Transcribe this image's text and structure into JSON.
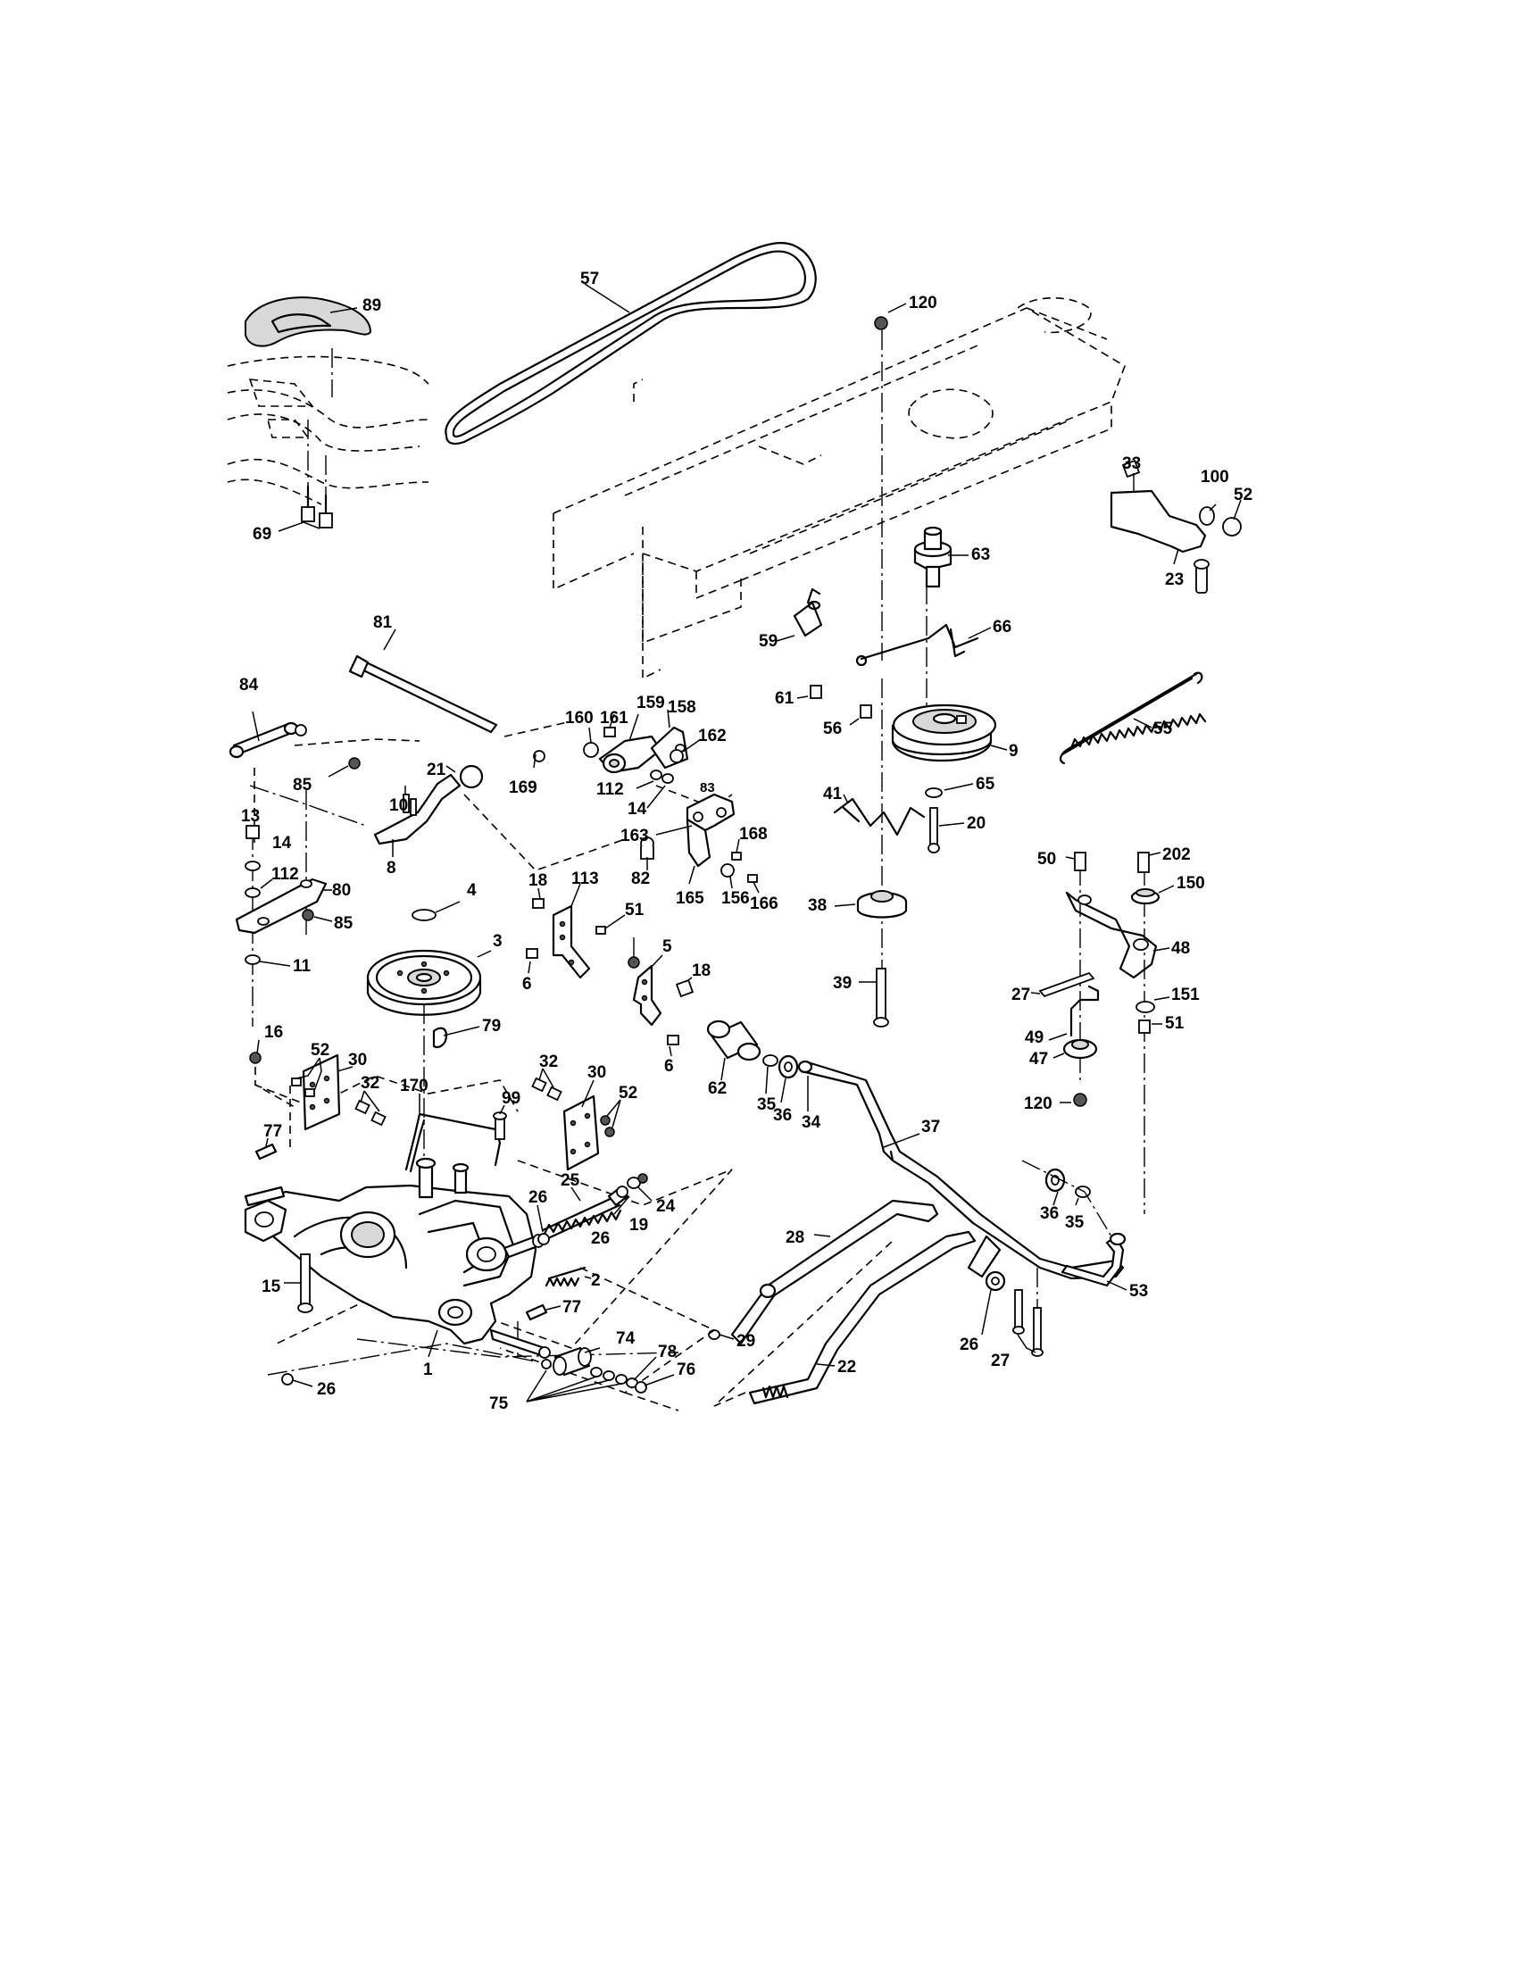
{
  "diagram": {
    "callouts": {
      "c1": "1",
      "c2": "2",
      "c3": "3",
      "c4": "4",
      "c5": "5",
      "c6a": "6",
      "c6b": "6",
      "c8": "8",
      "c9": "9",
      "c10": "10",
      "c11": "11",
      "c13": "13",
      "c14a": "14",
      "c14b": "14",
      "c15": "15",
      "c16": "16",
      "c18a": "18",
      "c18b": "18",
      "c19": "19",
      "c20": "20",
      "c21": "21",
      "c22": "22",
      "c23": "23",
      "c24": "24",
      "c25": "25",
      "c26a": "26",
      "c26b": "26",
      "c26c": "26",
      "c26d": "26",
      "c27a": "27",
      "c27b": "27",
      "c28": "28",
      "c29": "29",
      "c30a": "30",
      "c30b": "30",
      "c32a": "32",
      "c32b": "32",
      "c33": "33",
      "c34": "34",
      "c35a": "35",
      "c35b": "35",
      "c36a": "36",
      "c36b": "36",
      "c37": "37",
      "c38": "38",
      "c39": "39",
      "c41": "41",
      "c47": "47",
      "c48": "48",
      "c49": "49",
      "c50": "50",
      "c51a": "51",
      "c51b": "51",
      "c52a": "52",
      "c52b": "52",
      "c52c": "52",
      "c53": "53",
      "c55": "55",
      "c56": "56",
      "c57": "57",
      "c59": "59",
      "c61": "61",
      "c62": "62",
      "c63": "63",
      "c65": "65",
      "c66": "66",
      "c69": "69",
      "c74": "74",
      "c75": "75",
      "c76": "76",
      "c77a": "77",
      "c77b": "77",
      "c78": "78",
      "c79": "79",
      "c80": "80",
      "c81": "81",
      "c82": "82",
      "c83": "83",
      "c84": "84",
      "c85a": "85",
      "c85b": "85",
      "c89": "89",
      "c99": "99",
      "c100": "100",
      "c112a": "112",
      "c112b": "112",
      "c113": "113",
      "c120a": "120",
      "c120b": "120",
      "c150": "150",
      "c151": "151",
      "c156": "156",
      "c158": "158",
      "c159": "159",
      "c160": "160",
      "c161": "161",
      "c162": "162",
      "c163": "163",
      "c165": "165",
      "c166": "166",
      "c168": "168",
      "c169": "169",
      "c170": "170",
      "c202": "202"
    }
  }
}
